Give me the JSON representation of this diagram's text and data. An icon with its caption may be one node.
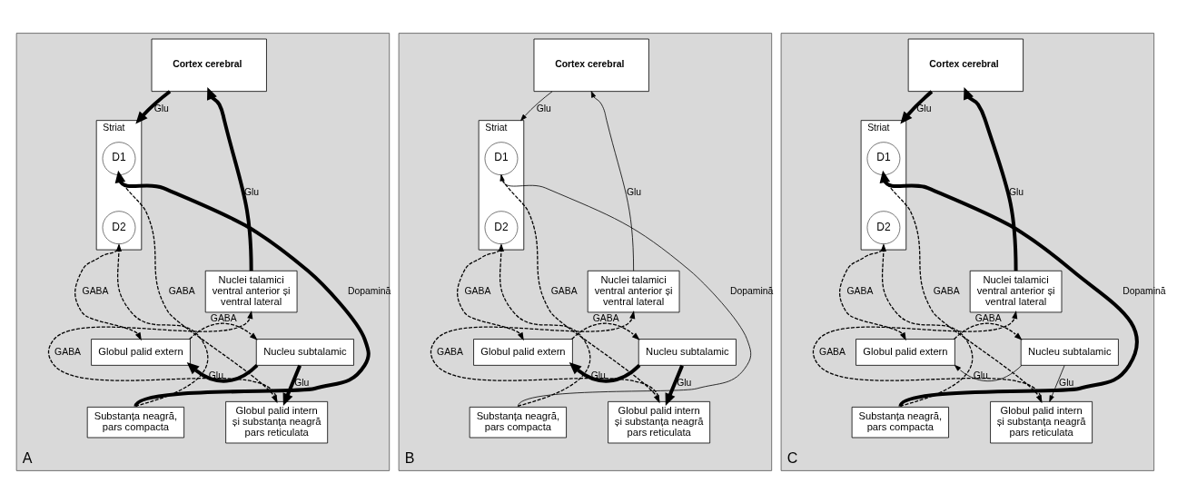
{
  "diagram": {
    "nodes": [
      {
        "text": [
          "A"
        ]
      },
      {
        "text": [
          "Cortex cerebral"
        ],
        "in": 0
      },
      {
        "text": [
          "Striat"
        ],
        "in": 0
      },
      {
        "text": [
          "D1"
        ],
        "in": 2
      },
      {
        "text": [
          "D2"
        ],
        "in": 2
      },
      {
        "text": [
          "Nuclei talamici ventral anterior și ventral lateral"
        ],
        "in": 0
      },
      {
        "text": [
          "Globul palid extern"
        ],
        "in": 0
      },
      {
        "text": [
          "Nucleu subtalamic"
        ],
        "in": 0
      },
      {
        "text": [
          "Substanța neagră, pars compacta"
        ],
        "in": 0
      },
      {
        "text": [
          "Globul palid intern și substanța neagră pars reticulata"
        ],
        "in": 0
      },
      {
        "text": [
          "B"
        ]
      },
      {
        "text": [
          "Cortex cerebral"
        ],
        "in": 10
      },
      {
        "text": [
          "Striat"
        ],
        "in": 10
      },
      {
        "text": [
          "D1"
        ],
        "in": 12
      },
      {
        "text": [
          "D2"
        ],
        "in": 12
      },
      {
        "text": [
          "Nuclei talamici ventral anterior și ventral lateral"
        ],
        "in": 10
      },
      {
        "text": [
          "Globul palid extern"
        ],
        "in": 10
      },
      {
        "text": [
          "Nucleu subtalamic"
        ],
        "in": 10
      },
      {
        "text": [
          "Substanța neagră, pars compacta"
        ],
        "in": 10
      },
      {
        "text": [
          "Globul palid intern și substanța neagră pars reticulata"
        ],
        "in": 10
      },
      {
        "text": [
          "C"
        ]
      },
      {
        "text": [
          "Cortex cerebral"
        ],
        "in": 20
      },
      {
        "text": [
          "Striat"
        ],
        "in": 20
      },
      {
        "text": [
          "D1"
        ],
        "in": 22
      },
      {
        "text": [
          "D2"
        ],
        "in": 22
      },
      {
        "text": [
          "Nuclei talamici ventral anterior și ventral lateral"
        ],
        "in": 20
      },
      {
        "text": [
          "Globul palid extern"
        ],
        "in": 20
      },
      {
        "text": [
          "Nucleu subtalamic"
        ],
        "in": 20
      },
      {
        "text": [
          "Substanța neagră, pars compacta"
        ],
        "in": 20
      },
      {
        "text": [
          "Globul palid intern și substanța neagră pars reticulata"
        ],
        "in": 20
      }
    ],
    "edges": [
      {
        "from": 1,
        "to": 2,
        "arrow": "to",
        "label": "Glu",
        "style": "thick"
      },
      {
        "from": 5,
        "to": 1,
        "arrow": "to",
        "label": "Glu",
        "style": "thick"
      },
      {
        "from": 8,
        "to": 3,
        "arrow": "to",
        "label": "Dopamină",
        "style": "thick"
      },
      {
        "from": 8,
        "to": 4,
        "arrow": "to",
        "style": "dashed"
      },
      {
        "from": 3,
        "to": 9,
        "arrow": "to",
        "label": "GABA",
        "style": "dashed"
      },
      {
        "from": 4,
        "to": 6,
        "arrow": "to",
        "label": "GABA",
        "style": "dashed"
      },
      {
        "from": 6,
        "to": 7,
        "arrow": "to",
        "label": "GABA",
        "style": "dashed"
      },
      {
        "from": 7,
        "to": 6,
        "arrow": "to",
        "label": "Glu",
        "style": "thick"
      },
      {
        "from": 7,
        "to": 9,
        "arrow": "to",
        "label": "Glu",
        "style": "thick"
      },
      {
        "from": 9,
        "to": 5,
        "arrow": "to",
        "label": "GABA",
        "style": "dashed"
      },
      {
        "from": 11,
        "to": 12,
        "arrow": "to",
        "label": "Glu"
      },
      {
        "from": 15,
        "to": 11,
        "arrow": "to",
        "label": "Glu"
      },
      {
        "from": 18,
        "to": 13,
        "arrow": "to",
        "label": "Dopamină"
      },
      {
        "from": 18,
        "to": 14,
        "arrow": "to",
        "style": "dashed"
      },
      {
        "from": 13,
        "to": 19,
        "arrow": "to",
        "label": "GABA",
        "style": "dashed"
      },
      {
        "from": 14,
        "to": 16,
        "arrow": "to",
        "label": "GABA",
        "style": "dashed"
      },
      {
        "from": 16,
        "to": 17,
        "arrow": "to",
        "label": "GABA",
        "style": "dashed"
      },
      {
        "from": 17,
        "to": 16,
        "arrow": "to",
        "label": "Glu",
        "style": "thick"
      },
      {
        "from": 17,
        "to": 19,
        "arrow": "to",
        "label": "Glu",
        "style": "thick"
      },
      {
        "from": 19,
        "to": 15,
        "arrow": "to",
        "label": "GABA",
        "style": "dashed"
      },
      {
        "from": 21,
        "to": 22,
        "arrow": "to",
        "label": "Glu",
        "style": "thick"
      },
      {
        "from": 25,
        "to": 21,
        "arrow": "to",
        "label": "Glu",
        "style": "thick"
      },
      {
        "from": 28,
        "to": 23,
        "arrow": "to",
        "label": "Dopamină",
        "style": "thick"
      },
      {
        "from": 28,
        "to": 24,
        "arrow": "to",
        "style": "dashed"
      },
      {
        "from": 23,
        "to": 29,
        "arrow": "to",
        "label": "GABA",
        "style": "dashed"
      },
      {
        "from": 24,
        "to": 26,
        "arrow": "to",
        "label": "GABA",
        "style": "dashed"
      },
      {
        "from": 26,
        "to": 27,
        "arrow": "to",
        "label": "GABA",
        "style": "dashed"
      },
      {
        "from": 27,
        "to": 26,
        "arrow": "to",
        "label": "Glu"
      },
      {
        "from": 27,
        "to": 29,
        "arrow": "to",
        "label": "Glu"
      },
      {
        "from": 29,
        "to": 25,
        "arrow": "to",
        "label": "GABA",
        "style": "dashed"
      }
    ]
  }
}
